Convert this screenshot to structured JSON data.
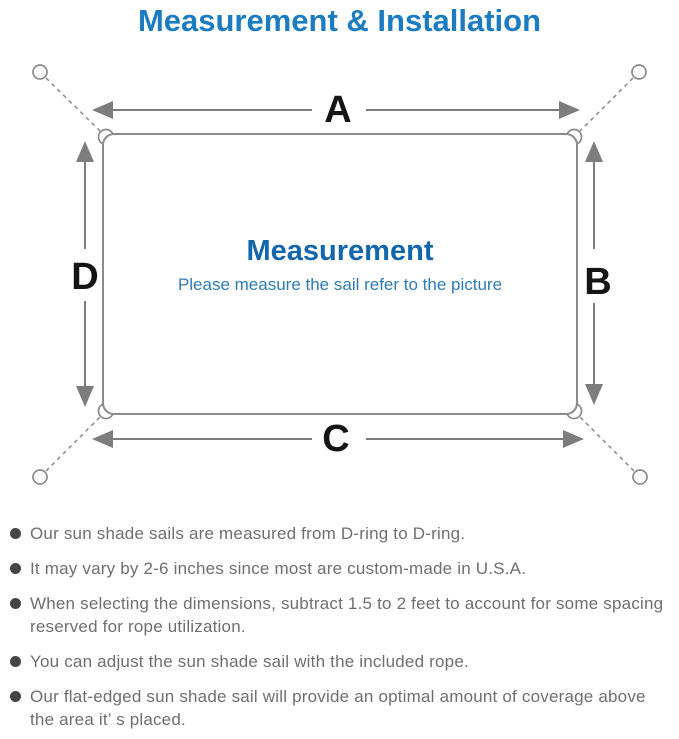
{
  "title": "Measurement & Installation",
  "diagram": {
    "labels": {
      "top": "A",
      "right": "B",
      "bottom": "C",
      "left": "D"
    },
    "center_title": "Measurement",
    "center_subtitle": "Please measure the sail refer to the picture"
  },
  "notes": {
    "items": [
      "Our sun shade sails are measured from D-ring to D-ring.",
      "It may vary by 2-6 inches since most are custom-made in U.S.A.",
      "When selecting the dimensions, subtract 1.5 to 2 feet to account for some spacing reserved for rope utilization.",
      "You can adjust the sun shade sail with the included rope.",
      "Our flat-edged sun shade sail will provide an optimal amount of coverage above the area it’ s placed."
    ]
  },
  "colors": {
    "title_blue": "#1b7cc2",
    "center_title_blue": "#1166ae",
    "subtitle_blue": "#2e7cb4",
    "diagram_line_gray": "#8a8a8a",
    "arrow_gray": "#7d7d7d",
    "label_black": "#141414",
    "note_text_gray": "#6f6f6f",
    "bullet_gray": "#454545"
  }
}
